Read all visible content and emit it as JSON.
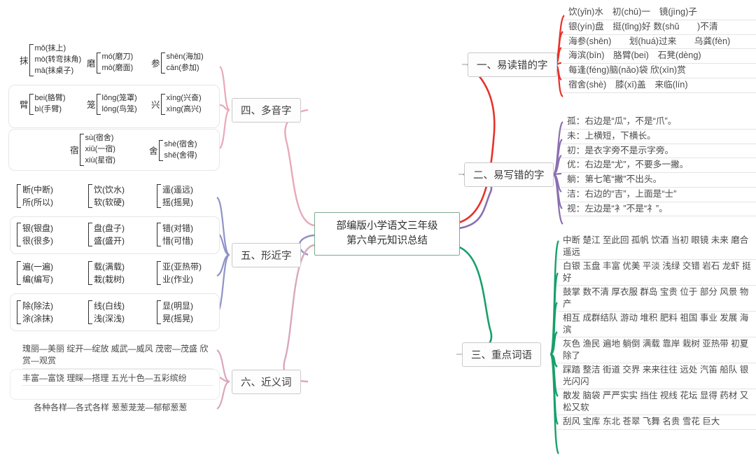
{
  "center": {
    "line1": "部编版小学语文三年级",
    "line2": "第六单元知识总结",
    "border_color": "#7fa98e"
  },
  "branches": {
    "b1": {
      "label": "一、易读错的字",
      "color": "#e8312a",
      "items": [
        "饮(yǐn)水　初(chū)一　镜(jìng)子",
        "银(yín)盘　挺(tǐng)好 数(shǔ　　)不清",
        "海参(shēn)　　划(huá)过来　　乌龚(fèn)",
        "海滨(bīn)　胳臂(bei)　石凳(dèng)",
        "每逢(féng)脑(nǎo)袋 欣(xīn)赏",
        "宿舍(shè)　膝(xī)盖　来临(lín)"
      ]
    },
    "b2": {
      "label": "二、易写错的字",
      "color": "#8a6fb0",
      "items": [
        "孤：右边是“瓜”，不是“爪”。",
        "未：上横短，下横长。",
        "初：是衣字旁不是示字旁。",
        "优：右边是“尤”，不要多一撇。",
        "躺：第七笔“撇”不出头。",
        "洁：右边的“吉”，上面是“士”",
        "视：左边是“衤”不是“礻”。"
      ]
    },
    "b3": {
      "label": "三、重点词语",
      "color": "#17a06a",
      "items": [
        "中断 楚江 至此回 孤帆 饮酒 当初 眼镜 未来 磨合 遥远",
        "白银 玉盘 丰富 优美 平淡 浅绿 交错 岩石 龙虾 挺好",
        "鼓掌 数不清 厚衣服 群岛 宝贵 位于 部分 风景 物产",
        "相互 成群结队 游动 堆积 肥料 祖国 事业 发展 海滨",
        "灰色 渔民 遍地 躺倒 满载 靠岸 栽树 亚热带 初夏 除了",
        "踩踏 整洁 街道 交界 来来往往 远处 汽笛 船队 银光闪闪",
        "散发 脑袋 严严实实 挡住 视线 花坛 显得 药材 又松又软",
        "刮风 宝库 东北 苍翠 飞舞 名贵 雪花 巨大"
      ]
    },
    "b4": {
      "label": "四、多音字",
      "color": "#e8a9b8",
      "groups": [
        {
          "head": "抹",
          "readings": [
            "mǒ(抹上)",
            "mò(转弯抹角)",
            "mā(抹桌子)"
          ]
        },
        {
          "head": "磨",
          "readings": [
            "mó(磨刀)",
            "mò(磨面)"
          ]
        },
        {
          "head": "参",
          "readings": [
            "shēn(海加)",
            "cān(参加)"
          ]
        },
        {
          "head": "臂",
          "readings": [
            "bei(胳臂)",
            "bì(手臂)"
          ]
        },
        {
          "head": "笼",
          "readings": [
            "lǒng(笼罩)",
            "lóng(鸟笼)"
          ]
        },
        {
          "head": "兴",
          "readings": [
            "xīng(兴奋)",
            "xìng(高兴)"
          ]
        },
        {
          "head": "宿",
          "readings": [
            "sù(宿舍)",
            "xiǔ(一宿)",
            "xiù(星宿)"
          ]
        },
        {
          "head": "舍",
          "readings": [
            "shè(宿舍)",
            "shě(舍得)"
          ]
        }
      ]
    },
    "b5": {
      "label": "五、形近字",
      "color": "#8f93c6",
      "cells": [
        {
          "readings": [
            "断(中断)",
            "所(所以)"
          ]
        },
        {
          "readings": [
            "饮(饮水)",
            "软(软硬)"
          ]
        },
        {
          "readings": [
            "遥(遥远)",
            "摇(摇晃)"
          ]
        },
        {
          "readings": [
            "银(银盘)",
            "很(很多)"
          ]
        },
        {
          "readings": [
            "盘(盘子)",
            "盛(盛开)"
          ]
        },
        {
          "readings": [
            "错(对错)",
            "惜(可惜)"
          ]
        },
        {
          "readings": [
            "遍(一遍)",
            "编(编写)"
          ]
        },
        {
          "readings": [
            "载(满载)",
            "栽(栽树)"
          ]
        },
        {
          "readings": [
            "亚(亚热带)",
            "业(作业)"
          ]
        },
        {
          "readings": [
            "除(除法)",
            "涂(涂抹)"
          ]
        },
        {
          "readings": [
            "线(白线)",
            "浅(深浅)"
          ]
        },
        {
          "readings": [
            "显(明显)",
            "晃(摇晃)"
          ]
        }
      ]
    },
    "b6": {
      "label": "六、近义词",
      "color": "#d9a7bd",
      "items": [
        "瑰丽—美丽 绽开—绽放 威武—威风 茂密—茂盛 欣赏—观赏",
        "丰富—富饶 理睬—搭理 五光十色—五彩缤纷",
        "各种各样—各式各样 葱葱茏茏—郁郁葱葱"
      ]
    }
  }
}
